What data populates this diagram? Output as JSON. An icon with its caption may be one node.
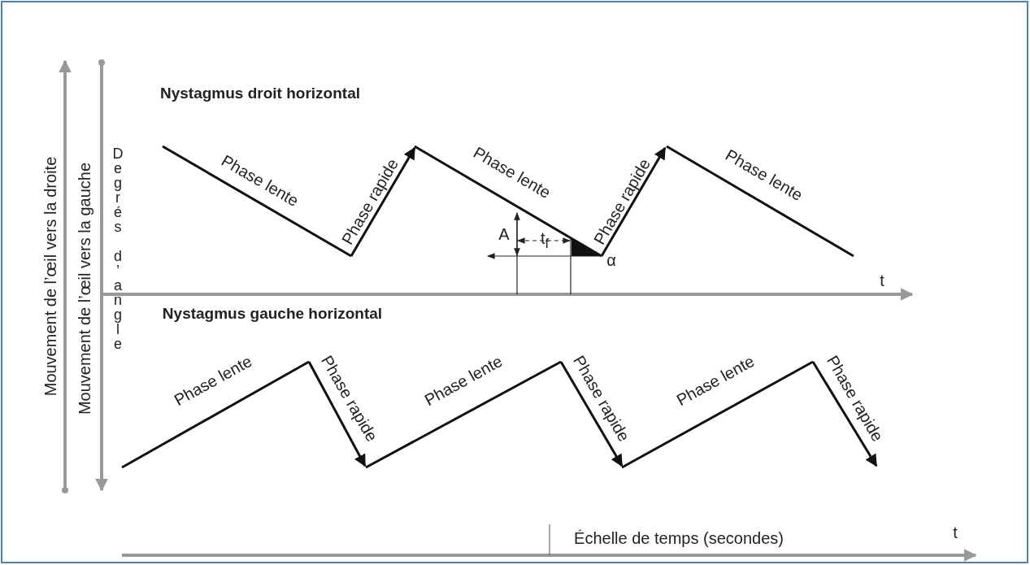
{
  "diagram": {
    "labels": [
      "Mouvement de l’œil vers la droite",
      "Mouvement de l’œil vers la gauche",
      "Degrés d’angle",
      "Nystagmus droit horizontal",
      "Phase lente",
      "Phase rapide",
      "Phase lente",
      "A",
      "t$_{f}$",
      "Phase rapide",
      "α",
      "Phase lente",
      "t",
      "Nystagmus gauche horizontal",
      "Phase lente",
      "Phase rapide",
      "Phase lente",
      "Phase rapide",
      "Phase lente",
      "Phase rapide",
      "Échelle de temps (secondes)",
      "t"
    ]
  }
}
